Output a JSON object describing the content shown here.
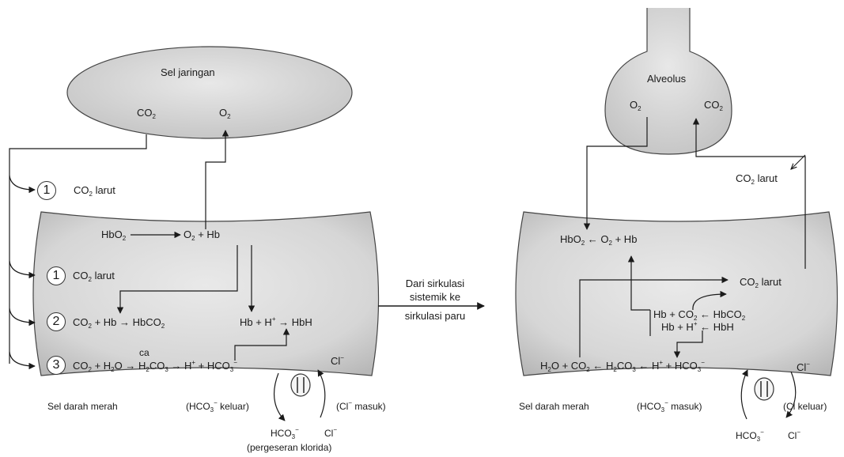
{
  "labels": {
    "sel_jaringan": "Sel jaringan",
    "alveolus": "Alveolus",
    "transition": [
      "Dari sirkulasi",
      "sistemik ke",
      "sirkulasi paru"
    ],
    "sel_darah_merah": "Sel darah merah",
    "pergeseran_klorida": "(pergeseran klorida)"
  },
  "left": {
    "tissue_co2": "CO2",
    "tissue_o2": "O2",
    "step1_outside": {
      "num": "1",
      "text": "CO2 larut"
    },
    "step1_inside": {
      "num": "1",
      "text": "CO2 larut"
    },
    "step2": {
      "num": "2",
      "text": "CO2 + Hb → HbCO2"
    },
    "step3": {
      "num": "3",
      "text": "CO2 + H2O → H2CO3 → H+ + HCO3−",
      "catalyst": "ca"
    },
    "hbo2_release": "HbO2 → O2 + Hb",
    "hbh": "Hb + H+ → HbH",
    "cl_inside": "Cl−",
    "hco3_keluar": "(HCO3− keluar)",
    "cl_masuk": "(Cl− masuk)",
    "hco3_outside": "HCO3−",
    "cl_outside": "Cl−"
  },
  "right": {
    "alveolus_o2": "O2",
    "alveolus_co2": "CO2",
    "co2_larut_outside": "CO2 larut",
    "hbo2_form": "HbO2 ← O2 + Hb",
    "co2_larut_inside": "CO2 larut",
    "hbco2": "Hb + CO2 ← HbCO2",
    "hbh": "Hb + H+ ← HbH",
    "carbonic": "H2O + CO2 ← H2CO3 ← H+ + HCO3−",
    "cl_inside": "Cl−",
    "hco3_masuk": "(HCO3− masuk)",
    "cl_keluar": "(Cl keluar)",
    "hco3_outside": "HCO3−",
    "cl_outside": "Cl−"
  }
}
